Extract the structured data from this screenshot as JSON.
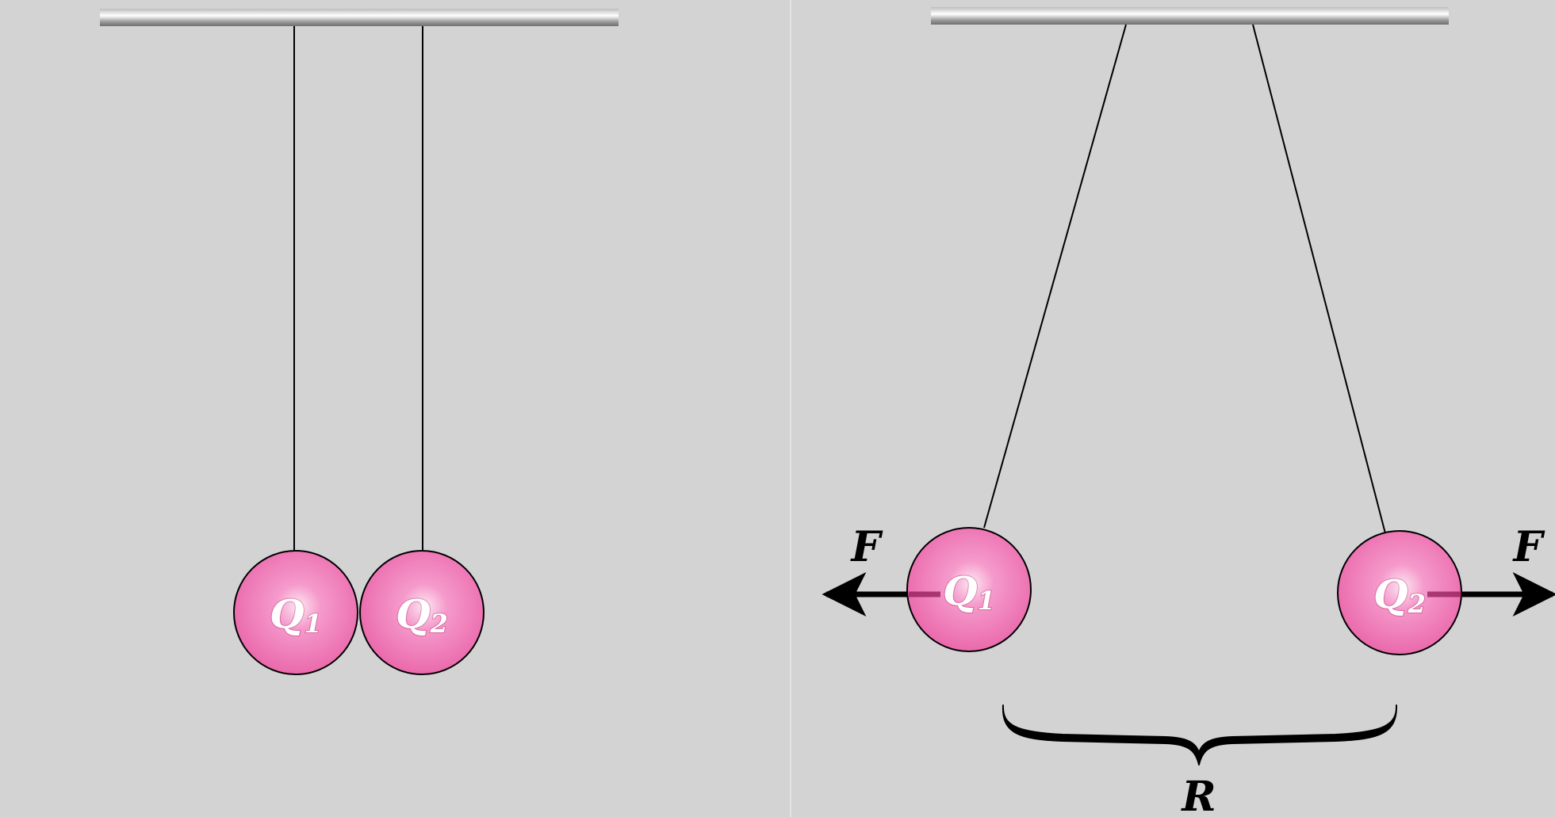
{
  "left_panel": {
    "charges": [
      {
        "symbol": "Q",
        "index": "1"
      },
      {
        "symbol": "Q",
        "index": "2"
      }
    ]
  },
  "right_panel": {
    "charges": [
      {
        "symbol": "Q",
        "index": "1"
      },
      {
        "symbol": "Q",
        "index": "2"
      }
    ],
    "force_label_left": "F",
    "force_label_right": "F",
    "distance_label": "R"
  },
  "colors": {
    "background": "#d3d3d3",
    "ball": "#ee6fb0",
    "ball_highlight": "#fbd6ea",
    "rod": "#a9a9a9",
    "arrow": "#000000"
  }
}
